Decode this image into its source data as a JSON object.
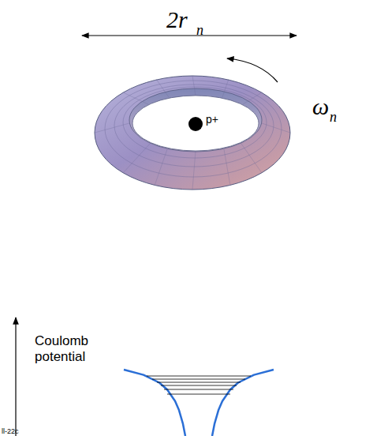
{
  "diagram": {
    "labels": [
      "2r",
      "n",
      "ω",
      "n",
      "p+",
      "Coulomb potential",
      "ll-22c"
    ]
  }
}
